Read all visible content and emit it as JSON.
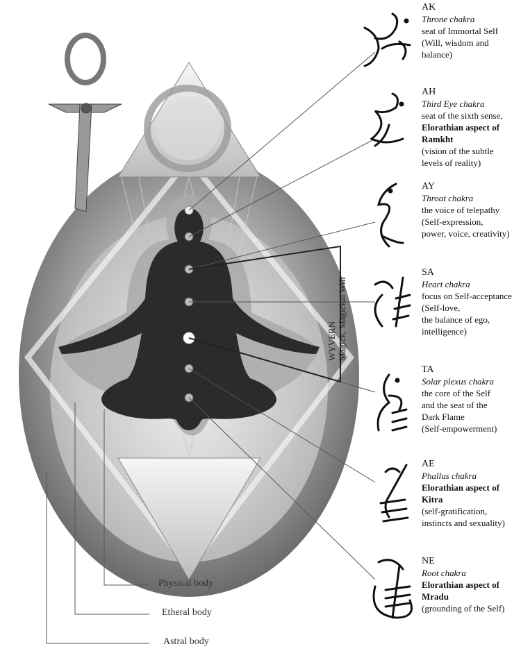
{
  "chakras": [
    {
      "code": "AK",
      "name": "Throne chakra",
      "lines": [
        "seat of Immortal Self",
        "(Will, wisdom and",
        "balance)"
      ],
      "bold": []
    },
    {
      "code": "AH",
      "name": "Third Eye chakra",
      "lines": [
        "seat of the sixth sense,"
      ],
      "bold": [
        "Elorathian aspect of",
        "Ramkht"
      ],
      "after": [
        "(vision of the subtle",
        "levels of reality)"
      ]
    },
    {
      "code": "AY",
      "name": "Throat chakra",
      "lines": [
        "the voice of telepathy",
        "(Self-expression,",
        "power, voice, creativity)"
      ],
      "bold": []
    },
    {
      "code": "SA",
      "name": "Heart chakra",
      "lines": [
        "focus on Self-acceptance",
        "(Self-love,",
        "the balance of ego,",
        "intelligence)"
      ],
      "bold": []
    },
    {
      "code": "TA",
      "name": "Solar plexus chakra",
      "lines": [
        "the core of the Self",
        "and the seat of the",
        "Dark Flame",
        "(Self-empowerment)"
      ],
      "bold": []
    },
    {
      "code": "AE",
      "name": "Phallus chakra",
      "lines": [],
      "bold": [
        "Elorathian aspect of",
        "Kitra"
      ],
      "after": [
        "(self-gratification,",
        "instincts and sexuality)"
      ]
    },
    {
      "code": "NE",
      "name": "Root chakra",
      "lines": [],
      "bold": [
        "Elorathian aspect of",
        "Mradu"
      ],
      "after": [
        "(grounding of the Self)"
      ]
    }
  ],
  "bodies": {
    "physical": "Physical body",
    "etheral": "Etheral body",
    "astral": "Astral body"
  },
  "vertical": {
    "line1": "WYVERN",
    "line2": "Magick, Magickal Will"
  },
  "colors": {
    "ink": "#111111",
    "aura": "#9a9a9a",
    "figure": "#2b2b2b"
  }
}
